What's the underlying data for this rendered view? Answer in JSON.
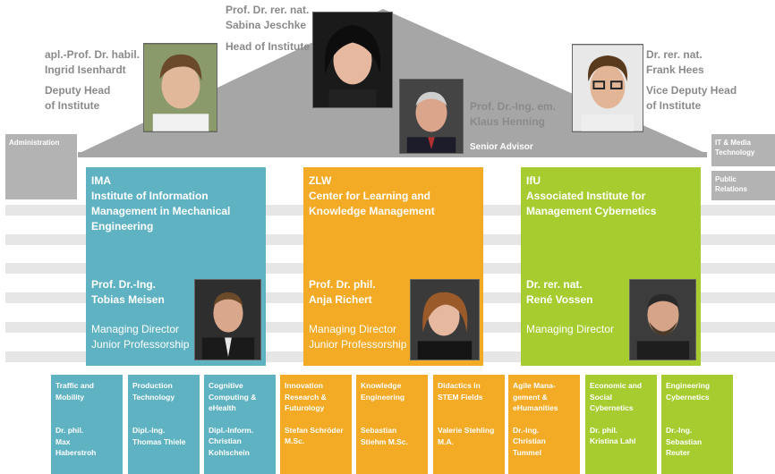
{
  "sides": {
    "administration": "Administration",
    "it_media": "IT & Media\nTechnology",
    "public_relations": "Public\nRelations"
  },
  "people": {
    "head": {
      "name": "Prof. Dr. rer. nat.\nSabina Jeschke",
      "role": "Head of Institute"
    },
    "deputy": {
      "name": "apl.-Prof. Dr. habil.\nIngrid Isenhardt",
      "role": "Deputy Head\nof Institute"
    },
    "advisor": {
      "name": "Prof. Dr.-Ing. em.\nKlaus Henning",
      "role": "Senior Advisor"
    },
    "vice_deputy": {
      "name": "Dr. rer. nat.\nFrank Hees",
      "role": "Vice Deputy Head\nof Institute"
    }
  },
  "institutes": [
    {
      "name": "IMA\nInstitute of Information\nManagement in Mechanical\nEngineering",
      "lead": "Prof. Dr.-Ing.\nTobias Meisen",
      "roles": "Managing Director\nJunior Professorship"
    },
    {
      "name": "ZLW\nCenter for Learning and\nKnowledge Management",
      "lead": "Prof. Dr. phil.\nAnja Richert",
      "roles": "Managing Director\nJunior Professorship"
    },
    {
      "name": "IfU\nAssociated  Institute for\nManagement Cybernetics",
      "lead": "Dr. rer. nat.\nRené Vossen",
      "roles": "Managing Director"
    }
  ],
  "departments": [
    {
      "title": "Traffic and\nMobility",
      "person": "Dr. phil.\nMax\nHaberstroh"
    },
    {
      "title": "Production\nTechnology",
      "person": "Dipl.-Ing.\nThomas Thiele"
    },
    {
      "title": "Cognitive\nComputing &\neHealth",
      "person": "Dipl.-Inform.\nChristian\nKohlschein"
    },
    {
      "title": "Innovation\nResearch &\nFuturology",
      "person": "Stefan Schröder\nM.Sc."
    },
    {
      "title": "Knowledge\nEngineering",
      "person": "Sebastian\nStiehm M.Sc."
    },
    {
      "title": "Didactics  in\nSTEM Fields",
      "person": "Valerie Stehling\nM.A."
    },
    {
      "title": "Agile Mana-\ngement &\neHumanities",
      "person": "Dr.-Ing.\nChristian\nTummel"
    },
    {
      "title": "Economic and\nSocial\nCybernetics",
      "person": "Dr. phil.\nKristina Lahl"
    },
    {
      "title": "Engineering\nCybernetics",
      "person": "Dr.-Ing.\nSebastian\nReuter"
    }
  ],
  "colors": {
    "ima": "#5fb2c2",
    "zlw": "#f3aa24",
    "ifu": "#a7cc30",
    "roof": "#a6a6a6",
    "side": "#b3b3b3",
    "text_gray": "#8a8a8a"
  }
}
